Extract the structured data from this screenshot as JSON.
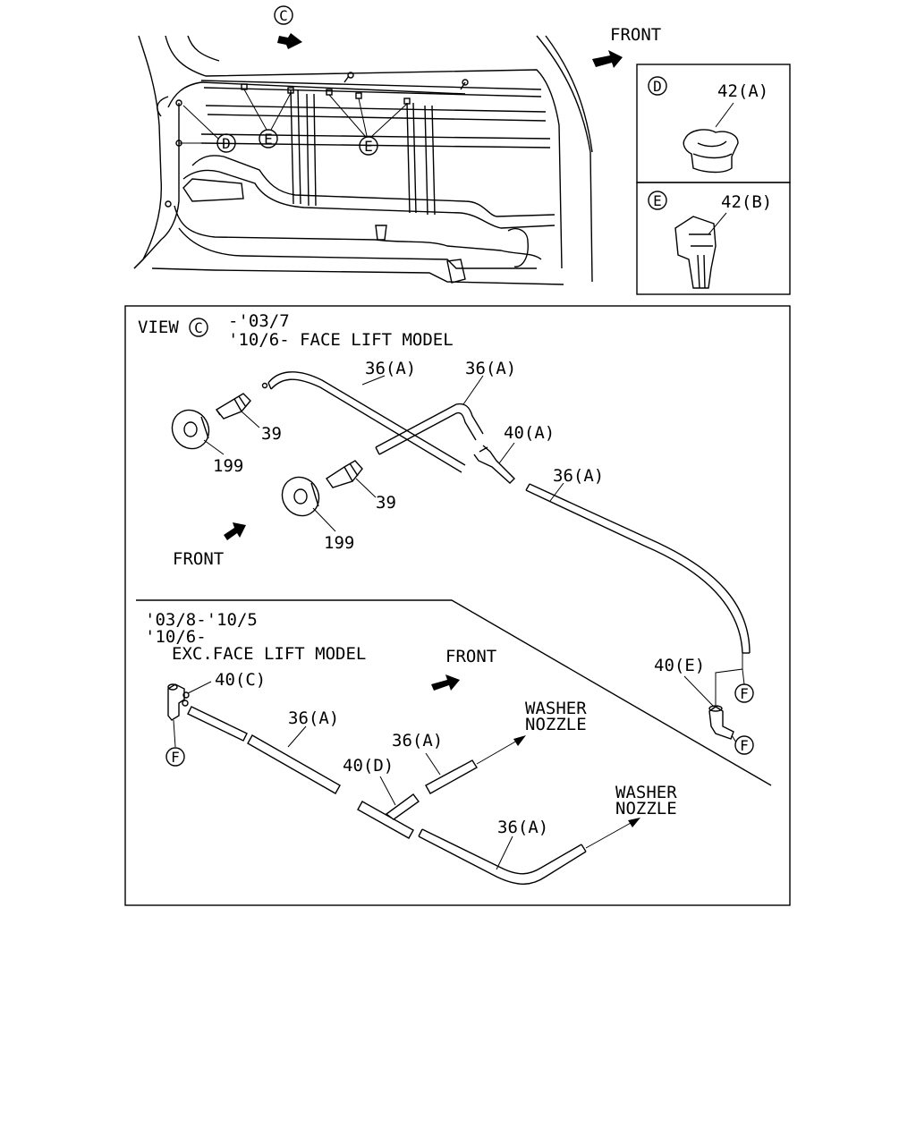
{
  "top": {
    "view_marker": "C",
    "front_label": "FRONT",
    "callout_d": "D",
    "callout_e1": "E",
    "callout_e2": "E"
  },
  "detail_d": {
    "marker": "D",
    "part": "42(A)"
  },
  "detail_e": {
    "marker": "E",
    "part": "42(B)"
  },
  "view_panel": {
    "view_prefix": "VIEW",
    "view_marker": "C",
    "upper": {
      "line1": "-'03/7",
      "line2": "'10/6- FACE LIFT MODEL",
      "labels": {
        "hose_a1": "36(A)",
        "hose_a2": "36(A)",
        "hose_a3": "36(A)",
        "joint_a": "40(A)",
        "nozzle_top": "39",
        "nozzle_bottom": "39",
        "grommet_top": "199",
        "grommet_bottom": "199",
        "joint_e": "40(E)",
        "marker_f1": "F",
        "marker_f2": "F"
      },
      "front_label": "FRONT"
    },
    "lower": {
      "line1": "'03/8-'10/5",
      "line2": "'10/6-",
      "line3": "EXC.FACE LIFT MODEL",
      "labels": {
        "joint_c": "40(C)",
        "marker_f": "F",
        "hose_a1": "36(A)",
        "hose_a2": "36(A)",
        "hose_a3": "36(A)",
        "joint_d": "40(D)",
        "washer1_l1": "WASHER",
        "washer1_l2": "NOZZLE",
        "washer2_l1": "WASHER",
        "washer2_l2": "NOZZLE"
      },
      "front_label": "FRONT"
    }
  }
}
